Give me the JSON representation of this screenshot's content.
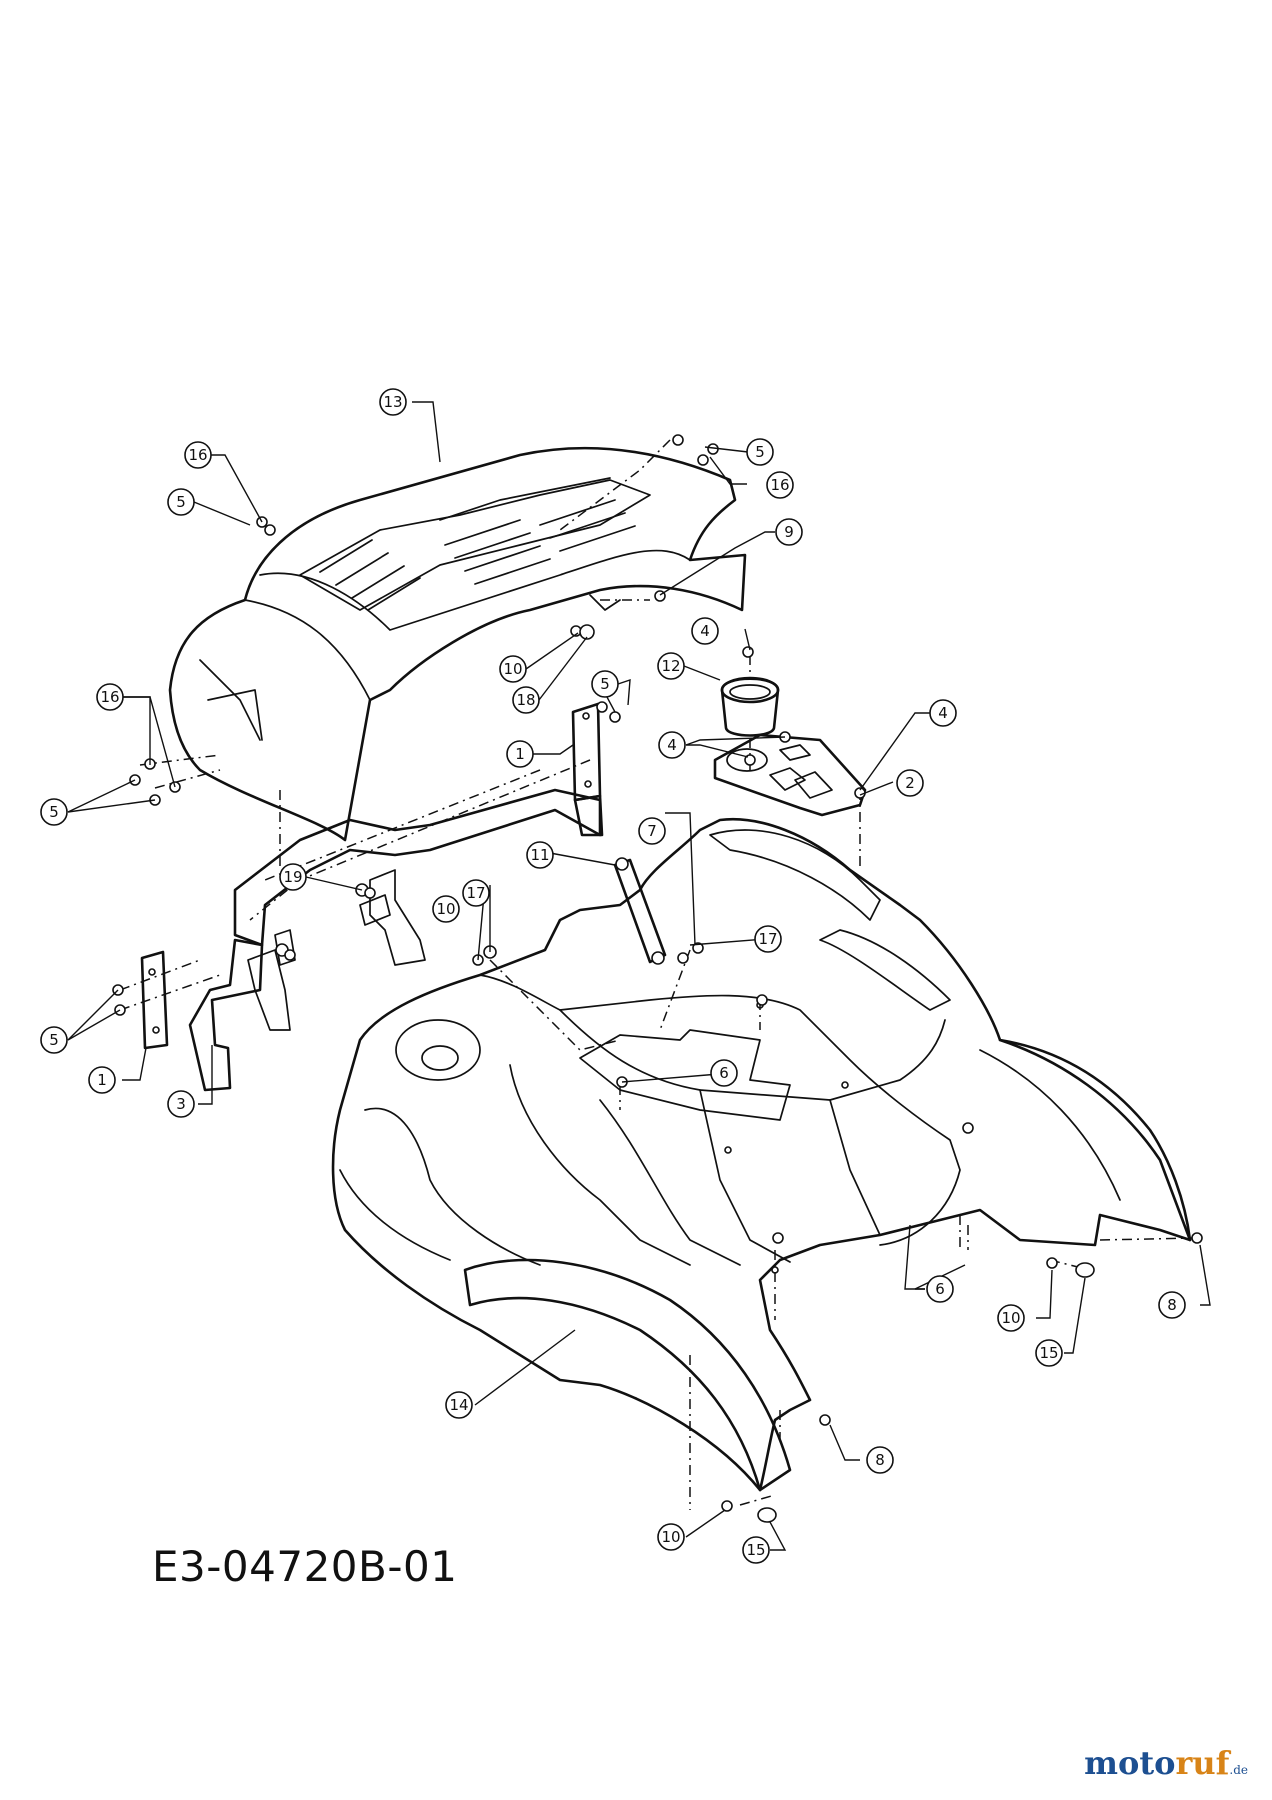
{
  "drawing_number": "E3-04720B-01",
  "watermark": {
    "brand_a": "moto",
    "brand_b": "ruf",
    "tld": ".de"
  },
  "callouts": [
    "1",
    "2",
    "3",
    "4",
    "5",
    "6",
    "7",
    "8",
    "9",
    "10",
    "11",
    "12",
    "13",
    "14",
    "15",
    "16",
    "17",
    "18",
    "19"
  ]
}
